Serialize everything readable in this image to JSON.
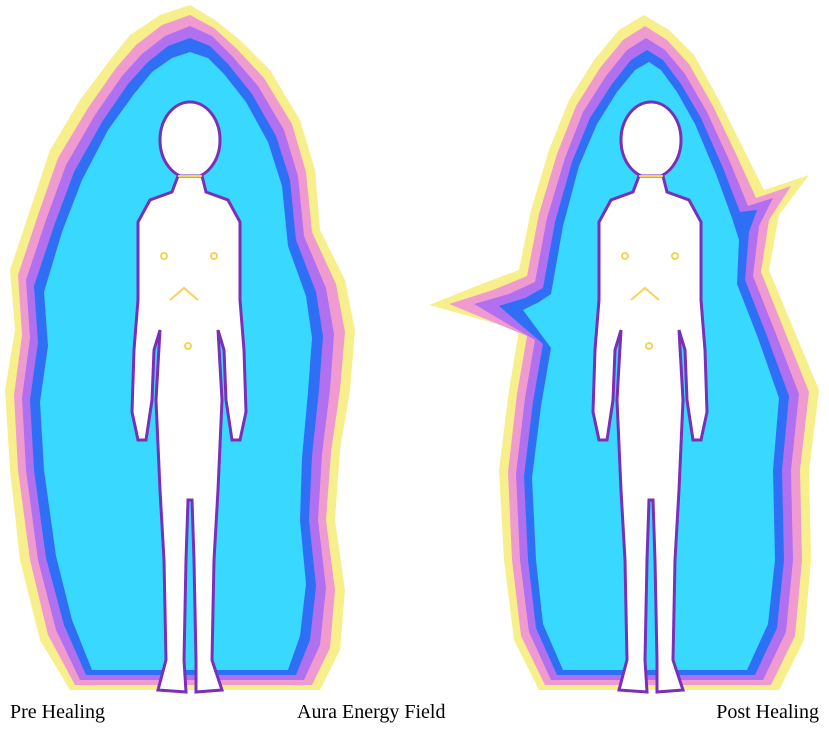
{
  "captions": {
    "left": "Pre Healing",
    "center": "Aura Energy Field",
    "right": "Post Healing"
  },
  "colors": {
    "background": "#ffffff",
    "aura_outer": "#f7ef8c",
    "aura_pink": "#f09bd0",
    "aura_violet": "#b070f0",
    "aura_blue": "#2f6ff5",
    "aura_cyan": "#38d8ff",
    "body_outline": "#7a2fb8",
    "body_edge": "#f5d35a"
  },
  "icons": {
    "left_figure": "aura-figure-pre-healing",
    "right_figure": "aura-figure-post-healing"
  }
}
